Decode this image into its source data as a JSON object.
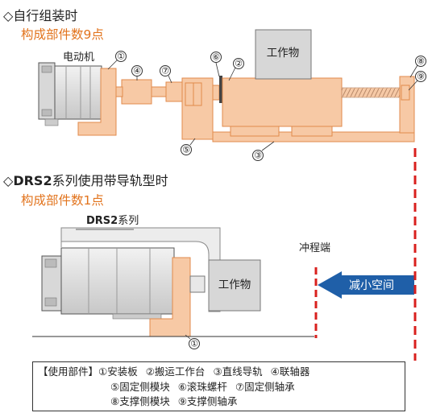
{
  "section1": {
    "title": "自行组装时",
    "count": "构成部件数9点",
    "motor_label": "电动机",
    "workpiece": "工作物",
    "callouts": [
      "①",
      "④",
      "⑦",
      "⑥",
      "②",
      "⑧",
      "⑨",
      "⑤",
      "③"
    ]
  },
  "section2": {
    "title_bold": "DRS2",
    "title_rest": "系列使用带导轨型时",
    "count": "构成部件数1点",
    "product_bold": "DRS2",
    "product_rest": "系列",
    "workpiece": "工作物",
    "stroke_end": "冲程端",
    "space_saving": "减小空间",
    "callout": "①"
  },
  "legend": {
    "row1": [
      "【使用部件】①安装板",
      "②搬运工作台",
      "③直线导轨",
      "④联轴器"
    ],
    "row2": [
      "⑤固定侧模块",
      "⑥滚珠螺杆",
      "⑦固定侧轴承"
    ],
    "row3": [
      "⑧支撑侧模块",
      "⑨支撑侧轴承"
    ]
  },
  "colors": {
    "orange_fill": "#f7c9a5",
    "orange_stroke": "#e08a4c",
    "accent_text": "#e2741e",
    "arrow_blue": "#1f5fa8",
    "dashed_red": "#d9201e",
    "gray_box": "#d7d7d7"
  }
}
